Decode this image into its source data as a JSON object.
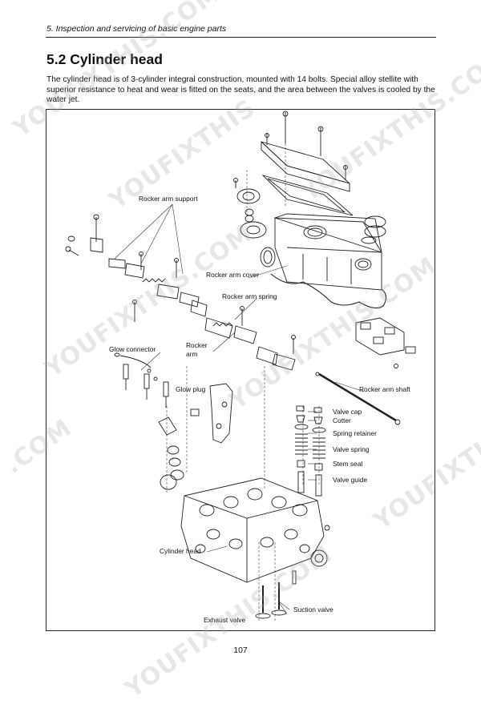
{
  "running_head": "5.  Inspection and servicing of basic engine parts",
  "heading": "5.2 Cylinder head",
  "intro": "The cylinder head is of 3-cylinder integral construction, mounted with 14 bolts. Special alloy stellite with superior resistance to heat and wear is fitted on the seats, and the area between the valves is cooled by the water jet.",
  "labels": {
    "rocker_arm_support": "Rocker arm support",
    "rocker_arm_cover": "Rocker arm cover",
    "rocker_arm_spring": "Rocker arm spring",
    "rocker_arm_1": "Rocker",
    "rocker_arm_2": "arm",
    "glow_connector": "Glow connector",
    "glow_plug": "Glow plug",
    "rocker_arm_shaft": "Rocker arm shaft",
    "valve_cap": "Valve cap",
    "cotter": "Cotter",
    "spring_retainer": "Spring retainer",
    "valve_spring": "Valve spring",
    "stem_seal": "Stem seal",
    "valve_guide": "Valve guide",
    "cylinder_head": "Cylinder head",
    "suction_valve": "Suction valve",
    "exhaust_valve": "Exhaust valve"
  },
  "page_number": "107",
  "watermarks": [
    "YOUFIXTHIS.COM",
    "YOUFIXTHIS",
    "YOUFIXTHIS.COM",
    ".COM",
    "YOUFIXTHIS",
    "YOUFIXTHIS.COM",
    "YOUFIXTHIS.COM",
    "YOUFIXTHIS.COM"
  ]
}
